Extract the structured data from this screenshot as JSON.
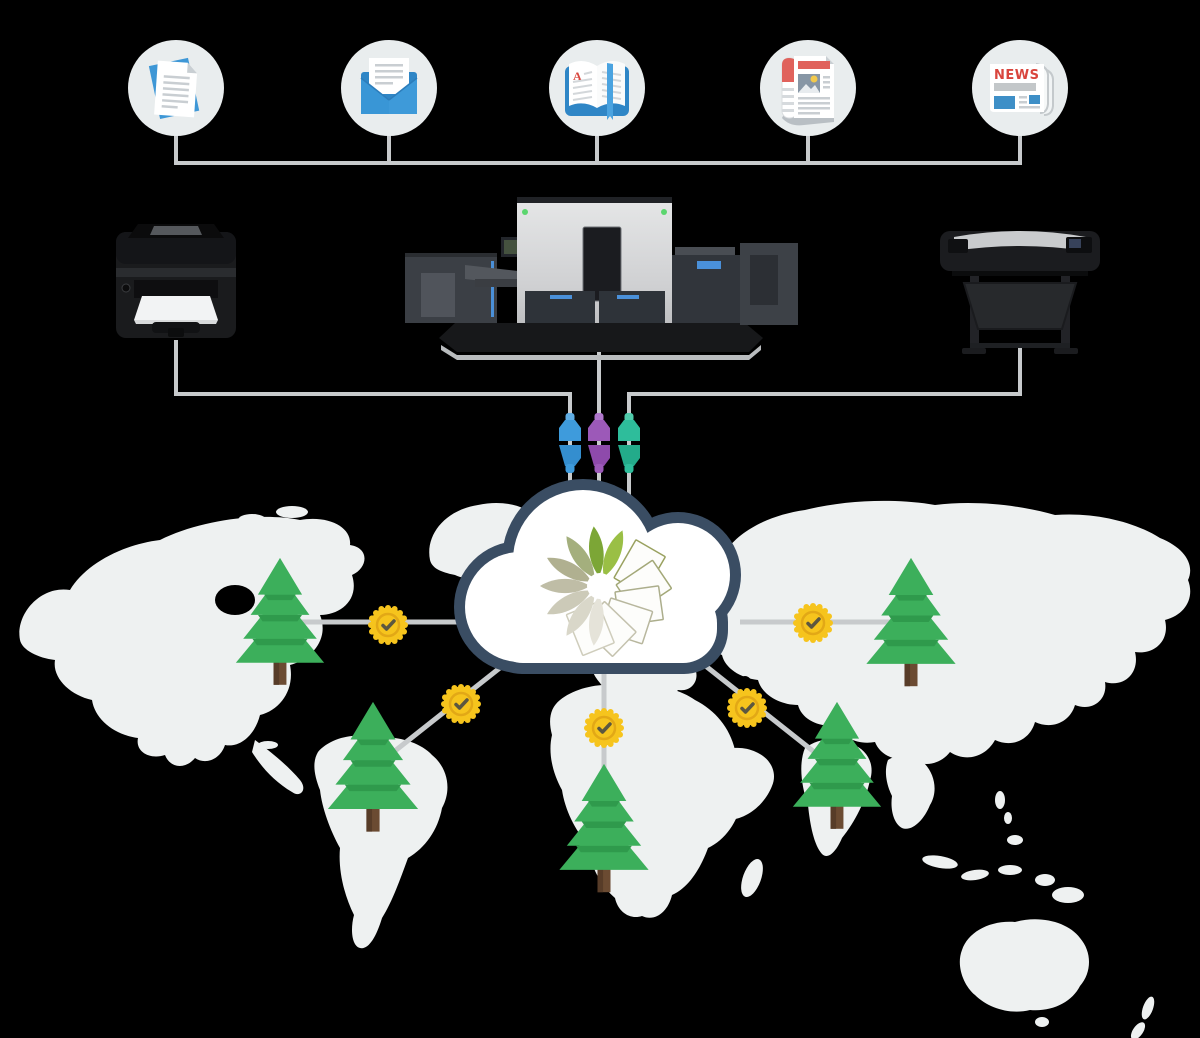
{
  "diagram": {
    "background_color": "#000000",
    "source_icons": [
      {
        "name": "documents-icon"
      },
      {
        "name": "email-icon"
      },
      {
        "name": "book-icon",
        "letter": "A"
      },
      {
        "name": "magazine-icon"
      },
      {
        "name": "newspaper-icon",
        "headline": "NEWS"
      }
    ],
    "printers": [
      {
        "name": "laser-printer"
      },
      {
        "name": "digital-press"
      },
      {
        "name": "large-format-plotter"
      }
    ],
    "connectors": [
      {
        "name": "blue-connector",
        "color": "#3E9BDC"
      },
      {
        "name": "purple-connector",
        "color": "#9C59B8"
      },
      {
        "name": "teal-connector",
        "color": "#2EBD9B"
      }
    ],
    "cloud": {
      "outline_color": "#3A4D63",
      "fill_color": "#FFFFFF"
    },
    "map": {
      "land_color": "#EEF1F1"
    },
    "trees": {
      "count": 5,
      "green": "#3CAF5B",
      "trunk": "#6B4B32"
    },
    "coins": {
      "count": 5,
      "gold": "#F6C41D",
      "check_color": "#5C5740"
    },
    "line_color": "#C7CACC"
  }
}
